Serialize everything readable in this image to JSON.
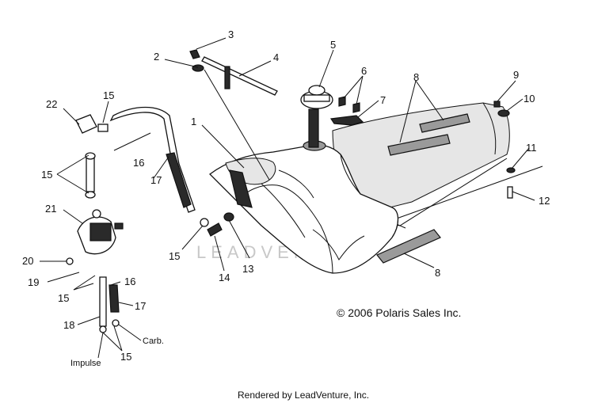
{
  "callouts": {
    "c1": "1",
    "c2": "2",
    "c3": "3",
    "c4": "4",
    "c5": "5",
    "c6": "6",
    "c7": "7",
    "c8a": "8",
    "c8b": "8",
    "c9": "9",
    "c10": "10",
    "c11": "11",
    "c12": "12",
    "c13": "13",
    "c14": "14",
    "c15a": "15",
    "c15b": "15",
    "c15c": "15",
    "c15d": "15",
    "c15e": "15",
    "c16a": "16",
    "c16b": "16",
    "c17a": "17",
    "c17b": "17",
    "c18": "18",
    "c19": "19",
    "c20": "20",
    "c21": "21",
    "c22": "22"
  },
  "text_labels": {
    "carb": "Carb.",
    "impulse": "Impulse"
  },
  "copyright": "© 2006 Polaris Sales Inc.",
  "watermark": "LEADVENTURE",
  "footer": "Rendered by LeadVenture, Inc."
}
